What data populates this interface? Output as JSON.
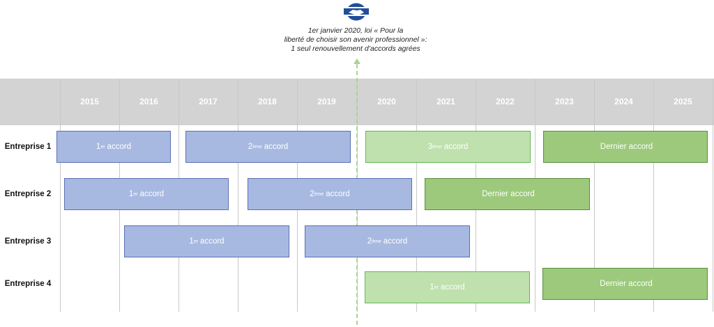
{
  "note": {
    "lines": [
      "1er janvier 2020, loi « Pour la",
      "liberté de choisir son avenir professionnel »:",
      "1 seul renouvellement d’accords agrées"
    ]
  },
  "years": [
    "2015",
    "2016",
    "2017",
    "2018",
    "2019",
    "2020",
    "2021",
    "2022",
    "2023",
    "2024",
    "2025"
  ],
  "rows": [
    {
      "label": "Entreprise 1",
      "bars": [
        {
          "n": "1",
          "sup": "er",
          "t": "accord"
        },
        {
          "n": "2",
          "sup": "ème",
          "t": "accord"
        },
        {
          "n": "3",
          "sup": "ème",
          "t": "accord"
        },
        {
          "n": "",
          "sup": "",
          "t": "Dernier accord"
        }
      ]
    },
    {
      "label": "Entreprise 2",
      "bars": [
        {
          "n": "1",
          "sup": "er",
          "t": "accord"
        },
        {
          "n": "2",
          "sup": "ème",
          "t": "accord"
        },
        {
          "n": "",
          "sup": "",
          "t": "Dernier accord"
        }
      ]
    },
    {
      "label": "Entreprise 3",
      "bars": [
        {
          "n": "1",
          "sup": "er",
          "t": "accord"
        },
        {
          "n": "2",
          "sup": "ème",
          "t": "accord"
        }
      ]
    },
    {
      "label": "Entreprise 4",
      "bars": [
        {
          "n": "1",
          "sup": "er",
          "t": "accord"
        },
        {
          "n": "",
          "sup": "",
          "t": "Dernier accord"
        }
      ]
    }
  ],
  "colors": {
    "blue": "#a7b9e1",
    "light_green": "#bfe1ad",
    "green": "#9cc97b",
    "header": "#d3d3d3"
  }
}
